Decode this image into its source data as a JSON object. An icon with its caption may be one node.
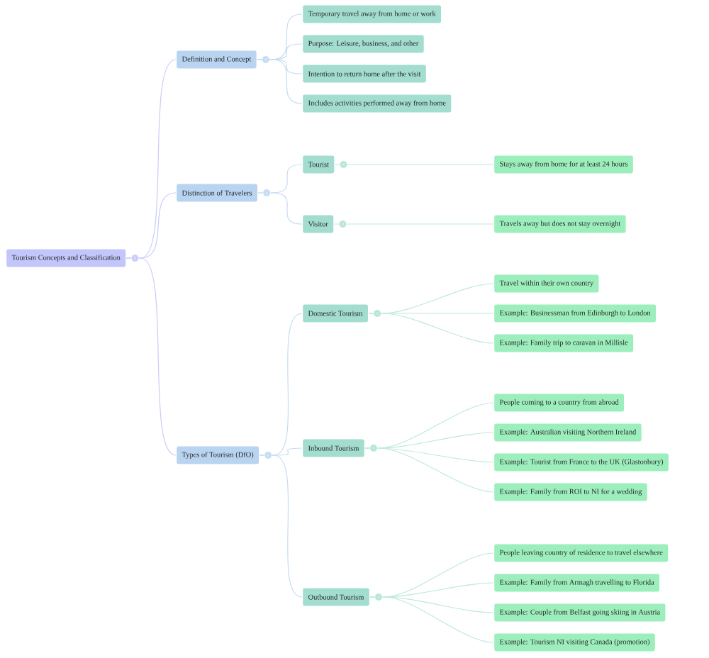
{
  "diagram": {
    "nodes": [
      {
        "text": [
          "Tourism Concepts and Classification"
        ]
      },
      {
        "text": [
          "Definition and Concept"
        ]
      },
      {
        "text": [
          "Temporary travel away from home or work"
        ]
      },
      {
        "text": [
          "Purpose: Leisure, business, and other"
        ]
      },
      {
        "text": [
          "Intention to return home after the visit"
        ]
      },
      {
        "text": [
          "Includes activities performed away from home"
        ]
      },
      {
        "text": [
          "Distinction of Travelers"
        ]
      },
      {
        "text": [
          "Tourist"
        ]
      },
      {
        "text": [
          "Stays away from home for at least 24 hours"
        ]
      },
      {
        "text": [
          "Visitor"
        ]
      },
      {
        "text": [
          "Travels away but does not stay overnight"
        ]
      },
      {
        "text": [
          "Types of Tourism (DfO)"
        ]
      },
      {
        "text": [
          "Domestic Tourism"
        ]
      },
      {
        "text": [
          "Travel within their own country"
        ]
      },
      {
        "text": [
          "Example: Businessman from Edinburgh to London"
        ]
      },
      {
        "text": [
          "Example: Family trip to caravan in Millisle"
        ]
      },
      {
        "text": [
          "Inbound Tourism"
        ]
      },
      {
        "text": [
          "People coming to a country from abroad"
        ]
      },
      {
        "text": [
          "Example: Australian visiting Northern Ireland"
        ]
      },
      {
        "text": [
          "Example: Tourist from France to the UK (Glastonbury)"
        ]
      },
      {
        "text": [
          "Example: Family from ROI to NI for a wedding"
        ]
      },
      {
        "text": [
          "Outbound Tourism"
        ]
      },
      {
        "text": [
          "People leaving country of residence to travel elsewhere"
        ]
      },
      {
        "text": [
          "Example: Family from Armagh travelling to Florida"
        ]
      },
      {
        "text": [
          "Example: Couple from Belfast going skiing in Austria"
        ]
      },
      {
        "text": [
          "Example: Tourism NI visiting Canada (promotion)"
        ]
      }
    ],
    "edges": [
      {
        "from": 0,
        "to": 1,
        "arrow": "none",
        "color": "#c9cdf9"
      },
      {
        "from": 0,
        "to": 6,
        "arrow": "none",
        "color": "#c9cdf9"
      },
      {
        "from": 0,
        "to": 11,
        "arrow": "none",
        "color": "#c9cdf9"
      },
      {
        "from": 1,
        "to": 2,
        "arrow": "none",
        "color": "#c6dbf3"
      },
      {
        "from": 1,
        "to": 3,
        "arrow": "none",
        "color": "#c6dbf3"
      },
      {
        "from": 1,
        "to": 4,
        "arrow": "none",
        "color": "#c6dbf3"
      },
      {
        "from": 1,
        "to": 5,
        "arrow": "none",
        "color": "#c6dbf3"
      },
      {
        "from": 6,
        "to": 7,
        "arrow": "none",
        "color": "#c6dbf3"
      },
      {
        "from": 6,
        "to": 9,
        "arrow": "none",
        "color": "#c6dbf3"
      },
      {
        "from": 11,
        "to": 12,
        "arrow": "none",
        "color": "#c6dbf3"
      },
      {
        "from": 11,
        "to": 16,
        "arrow": "none",
        "color": "#c6dbf3"
      },
      {
        "from": 11,
        "to": 21,
        "arrow": "none",
        "color": "#c6dbf3"
      },
      {
        "from": 7,
        "to": 8,
        "arrow": "none"
      },
      {
        "from": 9,
        "to": 10,
        "arrow": "none"
      },
      {
        "from": 12,
        "to": 13,
        "arrow": "none"
      },
      {
        "from": 12,
        "to": 14,
        "arrow": "none"
      },
      {
        "from": 12,
        "to": 15,
        "arrow": "none"
      },
      {
        "from": 16,
        "to": 17,
        "arrow": "none"
      },
      {
        "from": 16,
        "to": 18,
        "arrow": "none"
      },
      {
        "from": 16,
        "to": 19,
        "arrow": "none"
      },
      {
        "from": 16,
        "to": 20,
        "arrow": "none"
      },
      {
        "from": 21,
        "to": 22,
        "arrow": "none"
      },
      {
        "from": 21,
        "to": 23,
        "arrow": "none"
      },
      {
        "from": 21,
        "to": 24,
        "arrow": "none"
      },
      {
        "from": 21,
        "to": 25,
        "arrow": "none"
      }
    ]
  }
}
